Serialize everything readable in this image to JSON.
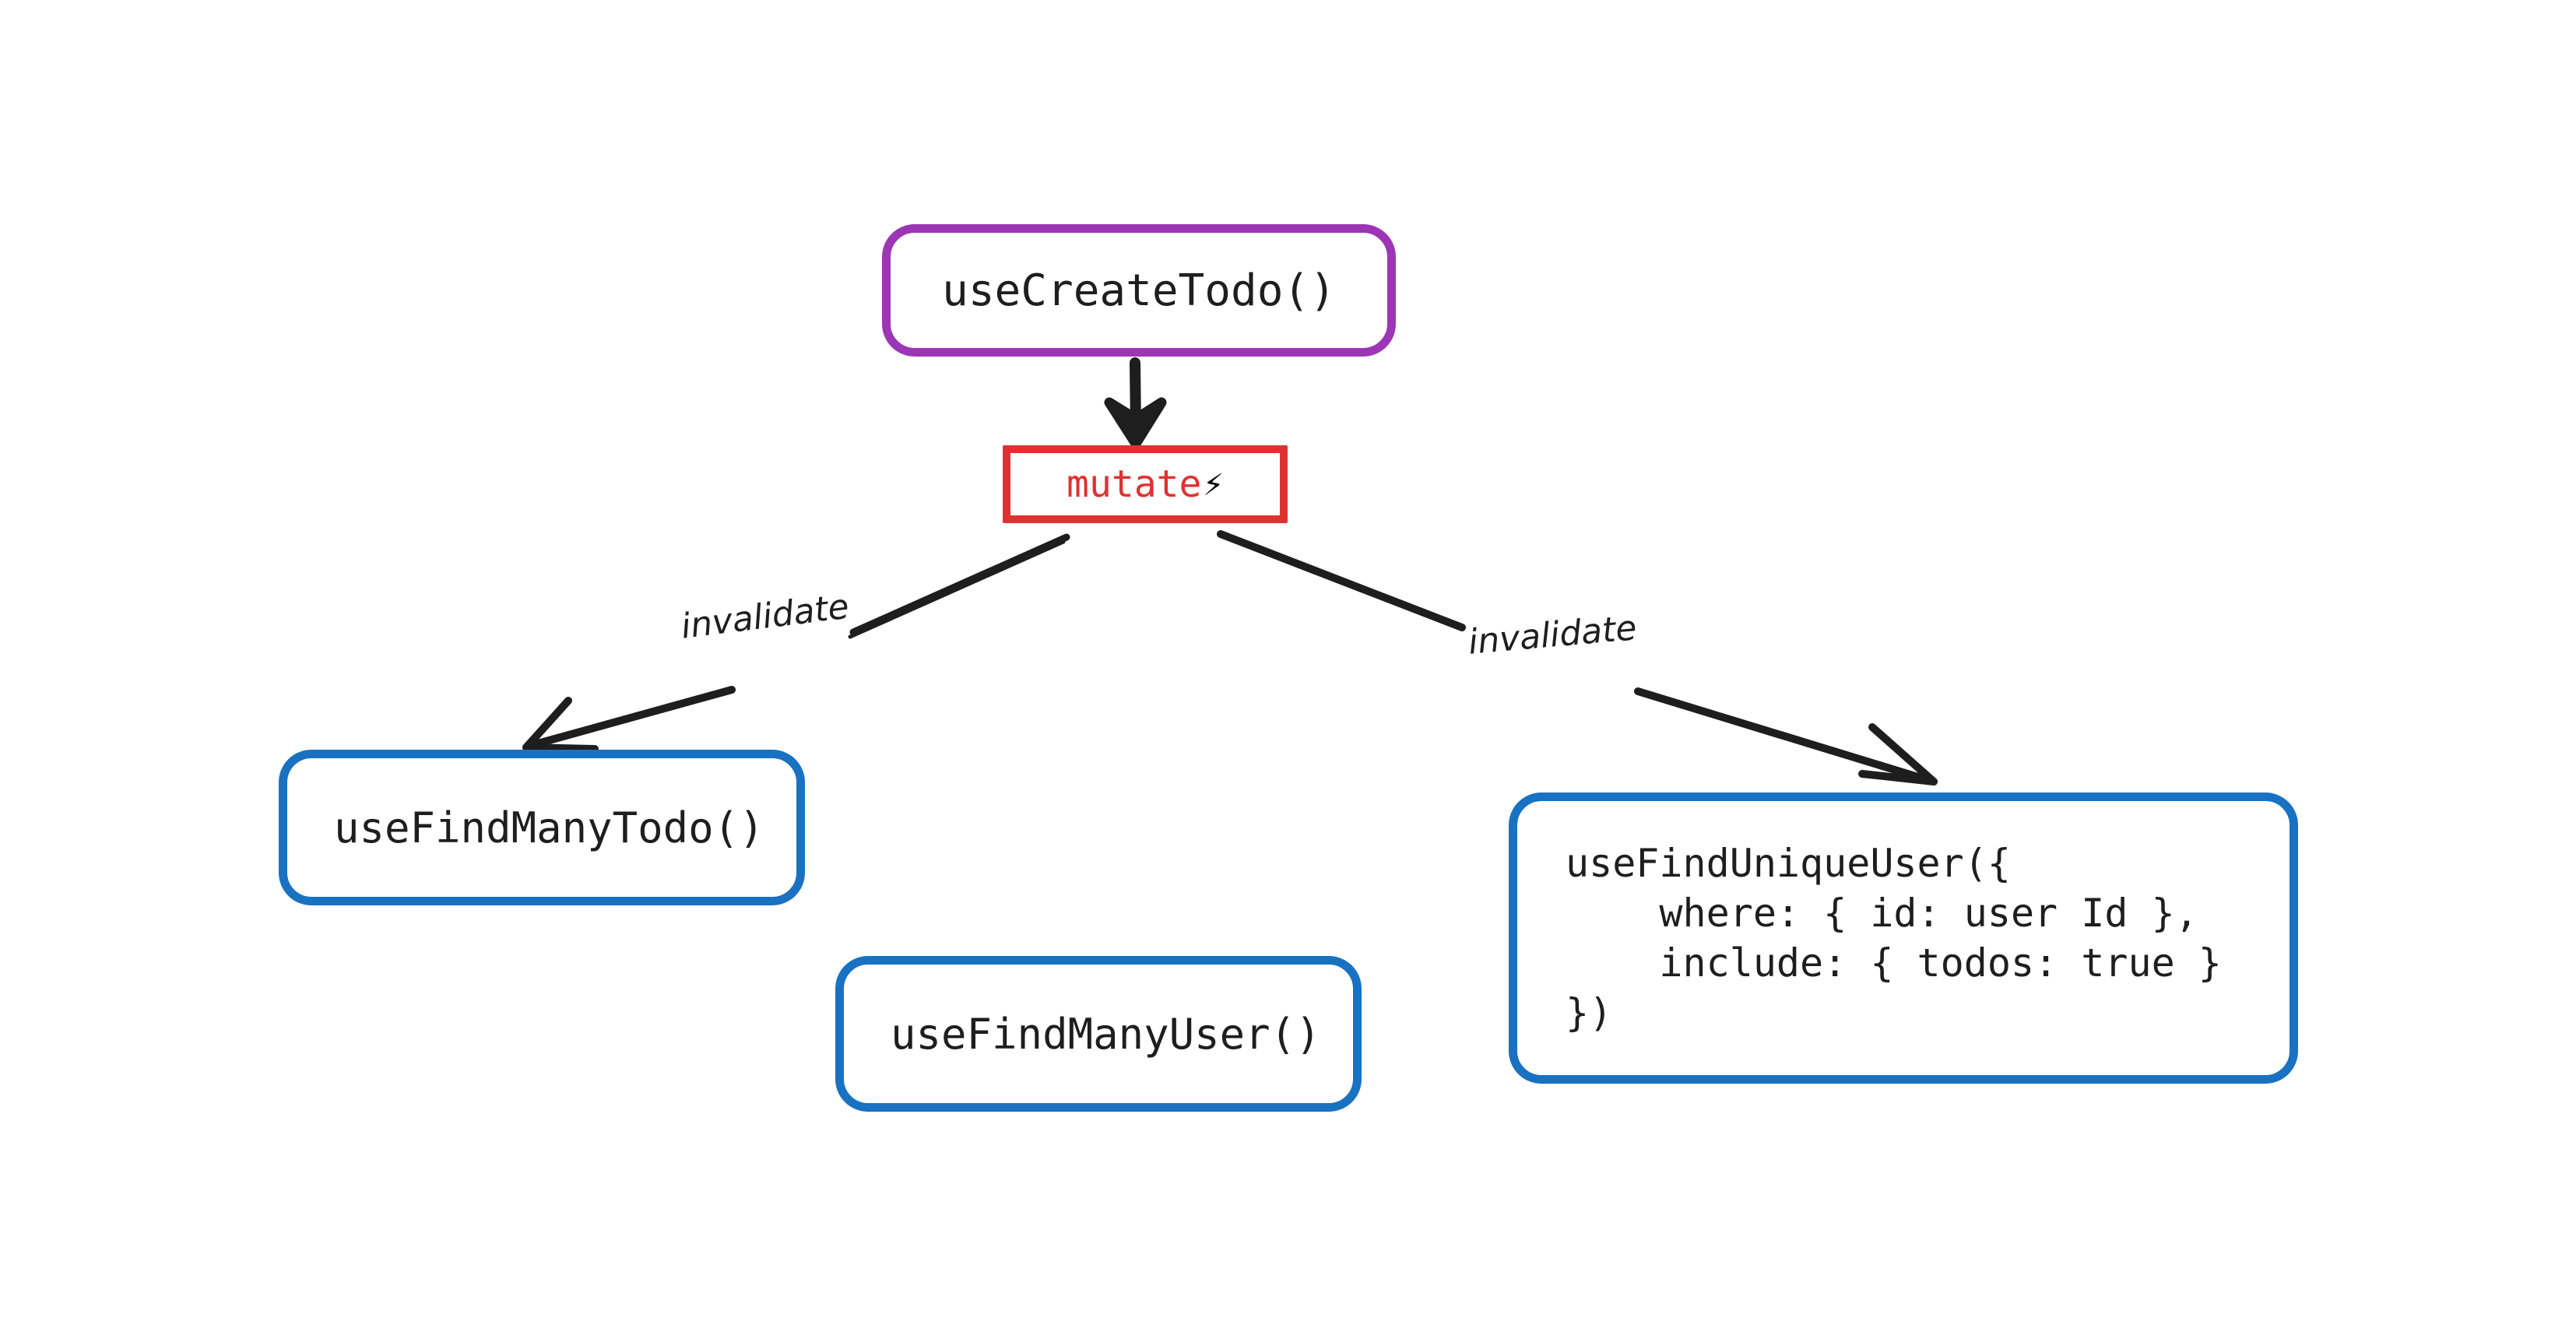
{
  "diagram": {
    "type": "flow-diagram",
    "style": "hand-drawn",
    "background": "#ffffff",
    "colors": {
      "mutation_node": "#9c36b5",
      "action_node": "#e03131",
      "query_node": "#1971c2",
      "stroke": "#1e1e1e",
      "bolt": "#f5a623"
    }
  },
  "nodes": {
    "create_todo": {
      "label": "useCreateTodo()",
      "color": "#9c36b5",
      "shape": "rounded-rect"
    },
    "mutate": {
      "label": "mutate",
      "icon": "lightning-bolt-icon",
      "icon_glyph": "⚡",
      "color": "#e03131",
      "shape": "rect"
    },
    "find_many_todo": {
      "label": "useFindManyTodo()",
      "color": "#1971c2",
      "shape": "rounded-rect"
    },
    "find_many_user": {
      "label": "useFindManyUser()",
      "color": "#1971c2",
      "shape": "rounded-rect"
    },
    "find_unique_user": {
      "label": "useFindUniqueUser({\n    where: { id: user Id },\n    include: { todos: true }\n})",
      "color": "#1971c2",
      "shape": "rounded-rect"
    }
  },
  "edges": [
    {
      "from": "create_todo",
      "to": "mutate",
      "label": "",
      "arrowhead": "filled"
    },
    {
      "from": "mutate",
      "to": "find_many_todo",
      "label": "invalidate",
      "arrowhead": "open"
    },
    {
      "from": "mutate",
      "to": "find_unique_user",
      "label": "invalidate",
      "arrowhead": "open"
    }
  ]
}
